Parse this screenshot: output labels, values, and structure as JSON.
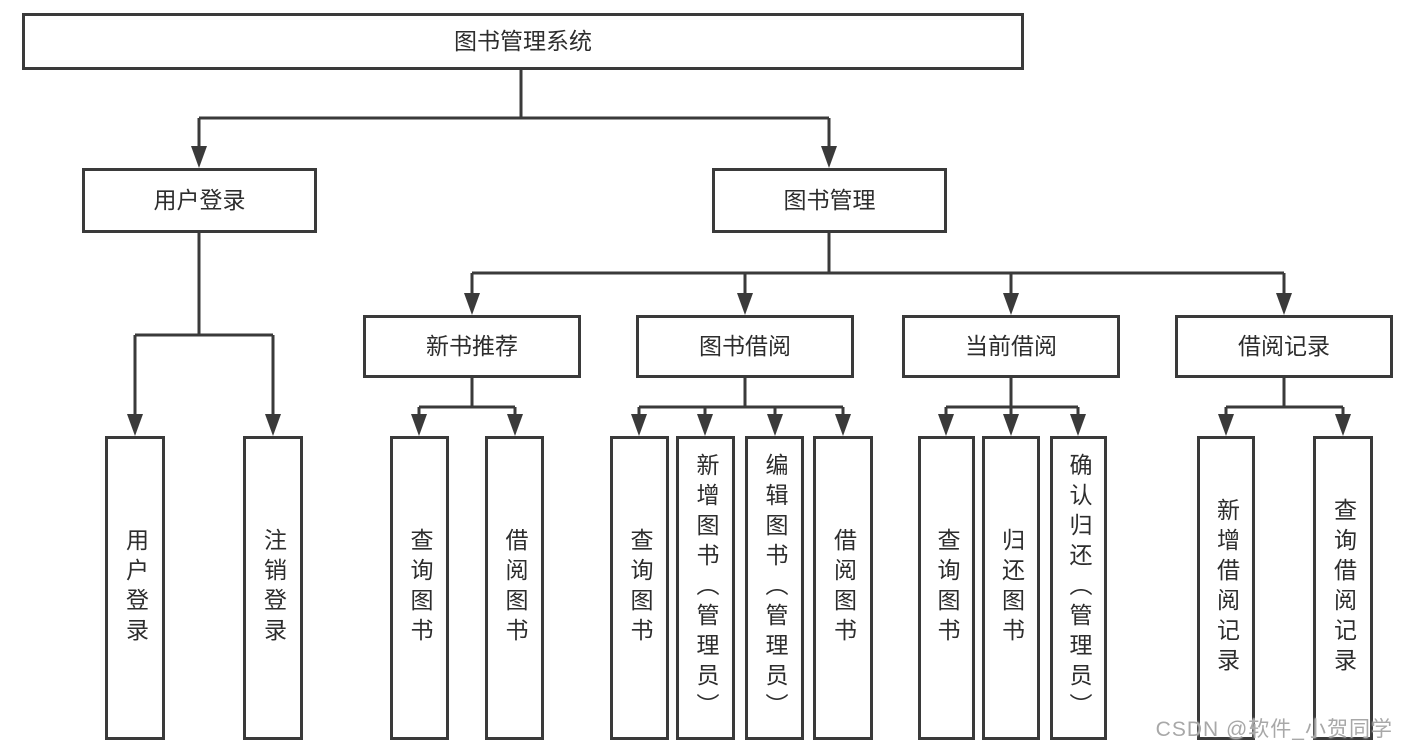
{
  "nodes": {
    "root": "图书管理系统",
    "user_login": "用户登录",
    "book_management": "图书管理",
    "new_book_recommend": "新书推荐",
    "book_borrow": "图书借阅",
    "current_borrow": "当前借阅",
    "borrow_record": "借阅记录",
    "leaves": {
      "user_login": "用户登录",
      "logout": "注销登录",
      "query_book_recommend": "查询图书",
      "borrow_book_recommend": "借阅图书",
      "query_book_borrow": "查询图书",
      "add_book_admin": "新增图书（管理员）",
      "edit_book_admin": "编辑图书（管理员）",
      "borrow_book_borrow": "借阅图书",
      "query_book_current": "查询图书",
      "return_book": "归还图书",
      "confirm_return_admin": "确认归还（管理员）",
      "add_borrow_record": "新增借阅记录",
      "query_borrow_record": "查询借阅记录"
    }
  },
  "watermark": "CSDN @软件_小贺同学",
  "colors": {
    "line": "#3a3a3a",
    "border": "#3a3a3a",
    "text": "#2d2d2d",
    "watermark": "#a8a8a8",
    "background": "#ffffff"
  }
}
